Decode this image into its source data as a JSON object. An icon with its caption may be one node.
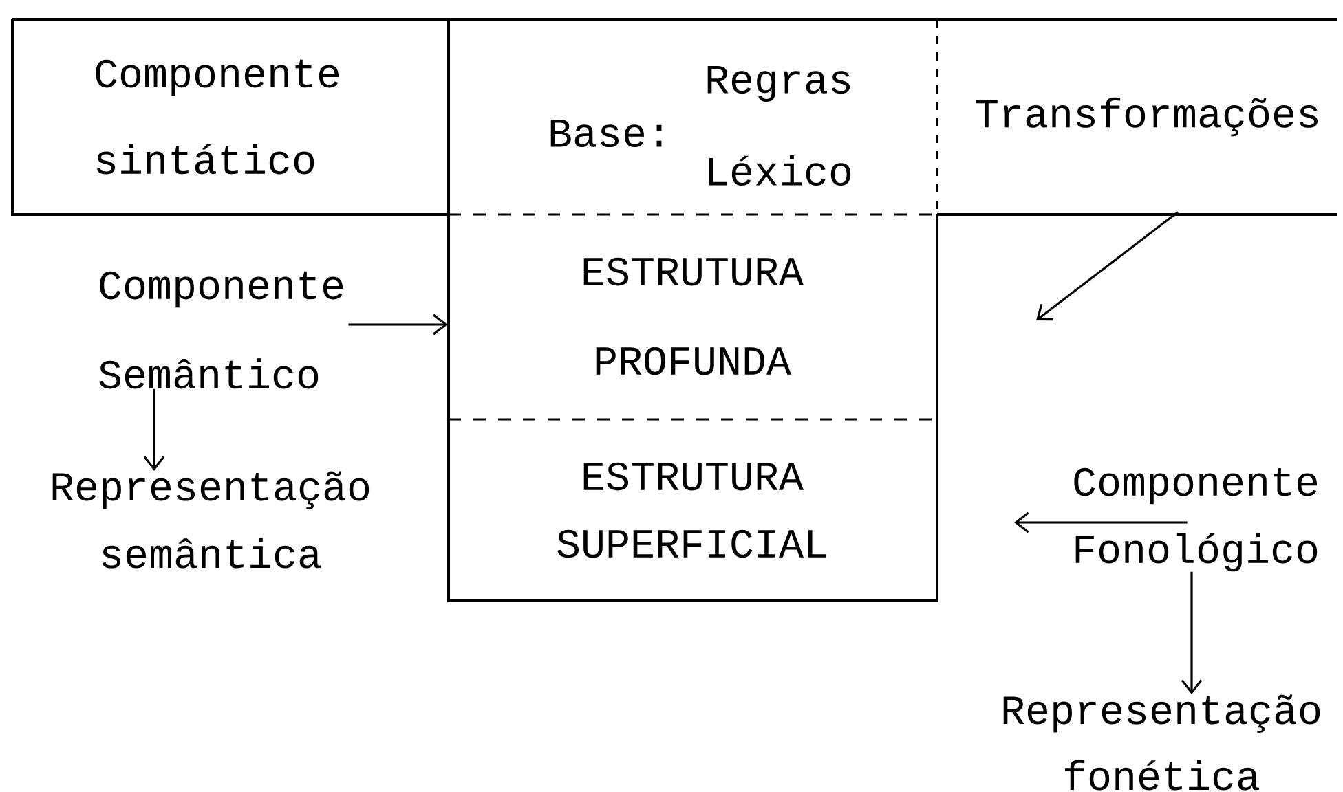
{
  "diagram": {
    "nodes": [
      {
        "text": [
          "Componente sintático"
        ]
      },
      {
        "text": [
          "Base:",
          "Regras",
          "Léxico"
        ]
      },
      {
        "text": [
          "Transformações"
        ]
      },
      {
        "text": [
          "Componente Semântico"
        ]
      },
      {
        "text": [
          "ESTRUTURA PROFUNDA"
        ]
      },
      {
        "text": [
          "ESTRUTURA SUPERFICIAL"
        ]
      },
      {
        "text": [
          "Representação semântica"
        ]
      },
      {
        "text": [
          "Componente Fonológico"
        ]
      },
      {
        "text": [
          "Representação fonética"
        ]
      }
    ],
    "edges": [
      {
        "from": 3,
        "to": 4,
        "arrow": "to"
      },
      {
        "from": 3,
        "to": 6,
        "arrow": "to"
      },
      {
        "from": 2,
        "to": null,
        "arrow": "to"
      },
      {
        "from": 7,
        "to": null,
        "arrow": "to"
      },
      {
        "from": 7,
        "to": 8,
        "arrow": "to"
      }
    ]
  }
}
